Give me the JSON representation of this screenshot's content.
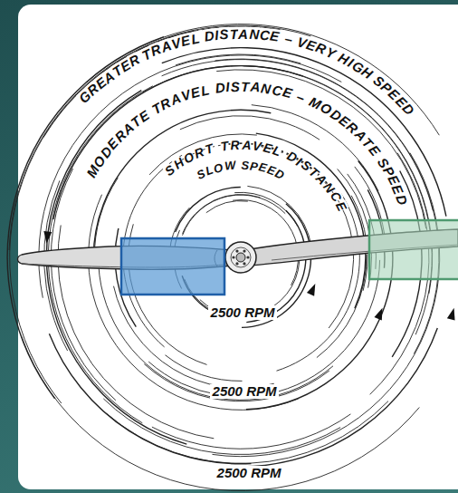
{
  "diagram": {
    "labels": [
      "GREATER TRAVEL DISTANCE – VERY HIGH SPEED",
      "MODERATE TRAVEL DISTANCE – MODERATE SPEED",
      "SHORT TRAVEL DISTANCE",
      "SLOW SPEED",
      "2500 RPM",
      "2500 RPM",
      "2500 RPM"
    ]
  }
}
